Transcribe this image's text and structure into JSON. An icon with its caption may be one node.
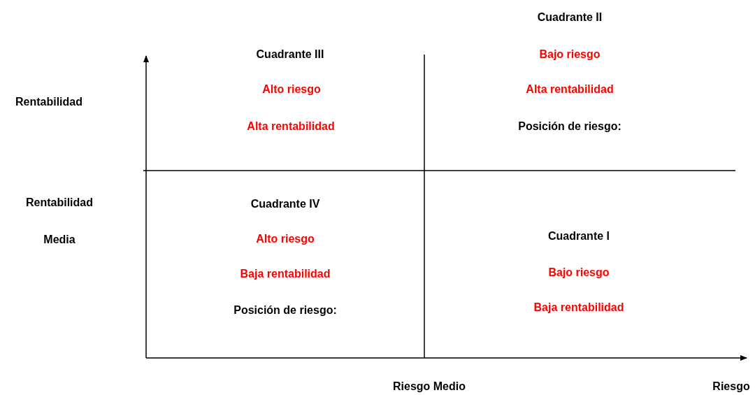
{
  "diagram": {
    "labels": [
      "Rentabilidad",
      "Cuadrante III",
      "Alto riesgo",
      "Alta rentabilidad",
      "Cuadrante II",
      "Bajo riesgo",
      "Alta rentabilidad",
      "Posición de riesgo:",
      "Rentabilidad",
      "Media",
      "Cuadrante IV",
      "Alto riesgo",
      "Baja rentabilidad",
      "Posición de riesgo:",
      "Cuadrante I",
      "Bajo riesgo",
      "Baja rentabilidad",
      "Riesgo Medio",
      "Riesgo"
    ]
  }
}
